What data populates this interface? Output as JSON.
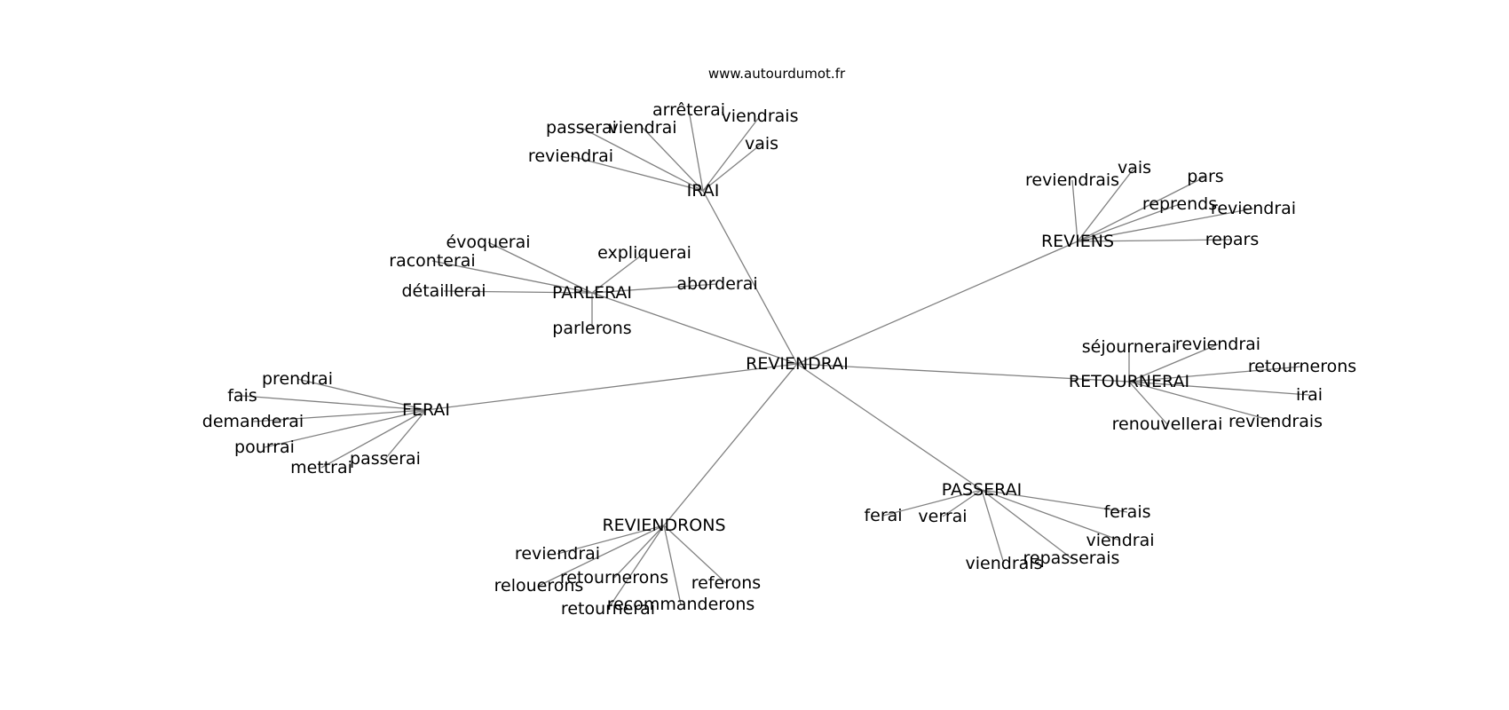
{
  "site": "www.autourdumot.fr",
  "center": "REVIENDRAI",
  "groups": [
    {
      "hub": "IRAI",
      "leaves": [
        "passerai",
        "viendrai",
        "arrêterai",
        "viendrais",
        "vais",
        "reviendrai"
      ]
    },
    {
      "hub": "REVIENS",
      "leaves": [
        "reviendrais",
        "vais",
        "pars",
        "reprends",
        "reviendrai",
        "repars"
      ]
    },
    {
      "hub": "PARLERAI",
      "leaves": [
        "évoquerai",
        "raconterai",
        "expliquerai",
        "aborderai",
        "détaillerai",
        "parlerons"
      ]
    },
    {
      "hub": "RETOURNERAI",
      "leaves": [
        "séjournerai",
        "reviendrai",
        "retournerons",
        "irai",
        "renouvellerai",
        "reviendrais"
      ]
    },
    {
      "hub": "FERAI",
      "leaves": [
        "prendrai",
        "fais",
        "demanderai",
        "pourrai",
        "mettrai",
        "passerai"
      ]
    },
    {
      "hub": "PASSERAI",
      "leaves": [
        "ferai",
        "verrai",
        "ferais",
        "viendrai",
        "viendrais",
        "repasserais"
      ]
    },
    {
      "hub": "REVIENDRONS",
      "leaves": [
        "reviendrai",
        "relouerons",
        "retournerons",
        "referons",
        "retournerai",
        "recommanderons"
      ]
    }
  ]
}
